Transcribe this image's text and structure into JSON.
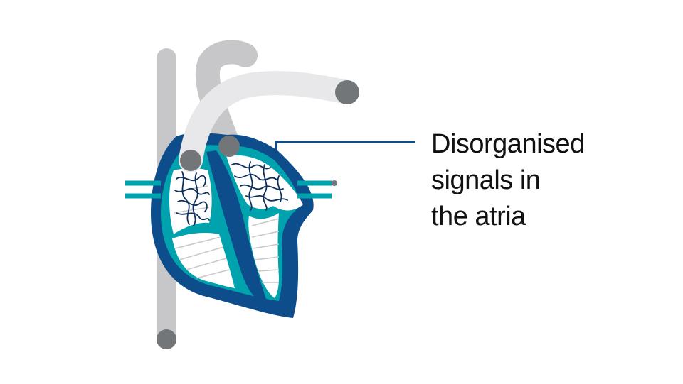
{
  "callout": {
    "lines": [
      "Disorganised",
      "signals in",
      "the atria"
    ]
  },
  "colors": {
    "vessel_grey": "#c7c6c8",
    "vessel_light": "#e8e8ea",
    "vessel_end": "#737679",
    "heart_outer": "#0d4d8c",
    "heart_wall": "#00a3ad",
    "chamber_fill": "#ffffff",
    "signal_lines": "#0d2f5c",
    "muscle_lines": "#c9c9cc",
    "callout_line": "#0d4d8c",
    "text": "#111111"
  },
  "icons": [
    "heart-illustration",
    "electrical-signal-lines"
  ]
}
